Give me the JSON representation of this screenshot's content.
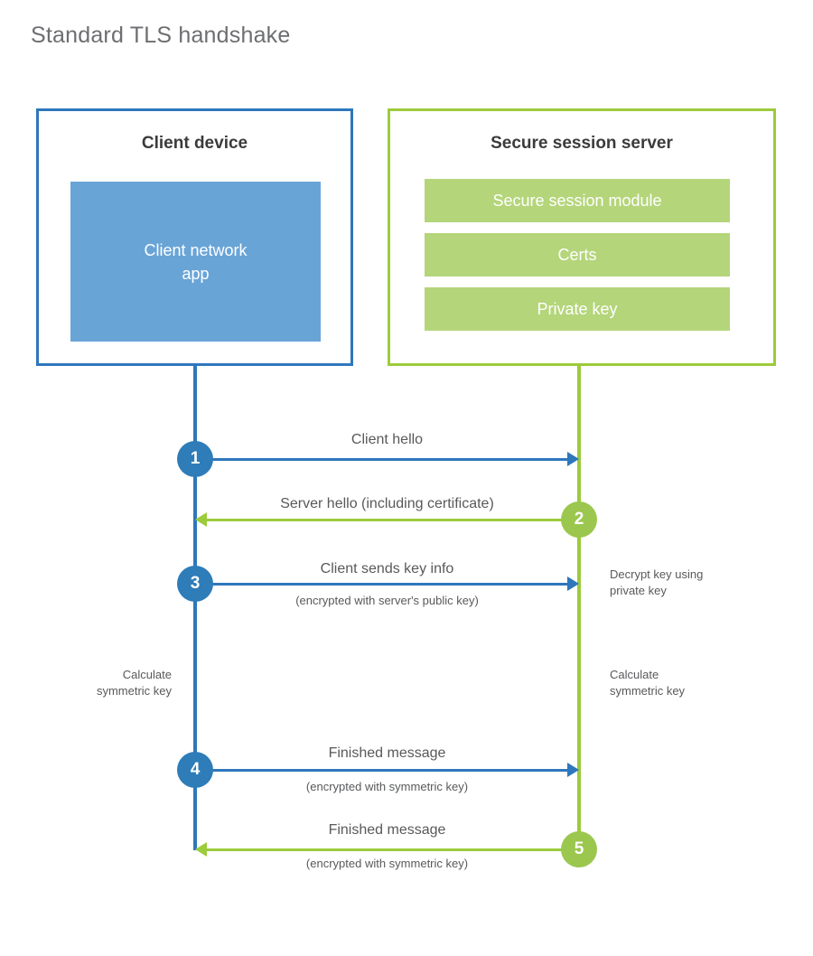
{
  "diagram": {
    "title": "Standard TLS handshake",
    "colors": {
      "client_blue": "#2E77BC",
      "client_app_fill": "#69A4D7",
      "server_green": "#9CCB3B",
      "server_bar_fill": "#B4D57A",
      "text_gray": "#58595b",
      "title_gray": "#6d6e71"
    },
    "parties": [
      {
        "id": "client",
        "title": "Client device",
        "components": [
          {
            "label": "Client network\napp"
          }
        ]
      },
      {
        "id": "server",
        "title": "Secure session server",
        "components": [
          {
            "label": "Secure session module"
          },
          {
            "label": "Certs"
          },
          {
            "label": "Private key"
          }
        ]
      }
    ],
    "steps": [
      {
        "number": "1",
        "label": "Client hello",
        "sub": "",
        "direction": "client-to-server",
        "color": "blue"
      },
      {
        "number": "2",
        "label": "Server hello (including certificate)",
        "sub": "",
        "direction": "server-to-client",
        "color": "green"
      },
      {
        "number": "3",
        "label": "Client sends key info",
        "sub": "(encrypted with server's public key)",
        "direction": "client-to-server",
        "color": "blue"
      },
      {
        "number": "4",
        "label": "Finished message",
        "sub": "(encrypted with symmetric key)",
        "direction": "client-to-server",
        "color": "blue"
      },
      {
        "number": "5",
        "label": "Finished message",
        "sub": "(encrypted with symmetric key)",
        "direction": "server-to-client",
        "color": "green"
      }
    ],
    "notes": [
      {
        "id": "decrypt-key",
        "text": "Decrypt key using\nprivate key",
        "side": "server"
      },
      {
        "id": "client-calc",
        "text": "Calculate\nsymmetric key",
        "side": "client"
      },
      {
        "id": "server-calc",
        "text": "Calculate\nsymmetric key",
        "side": "server"
      }
    ]
  }
}
